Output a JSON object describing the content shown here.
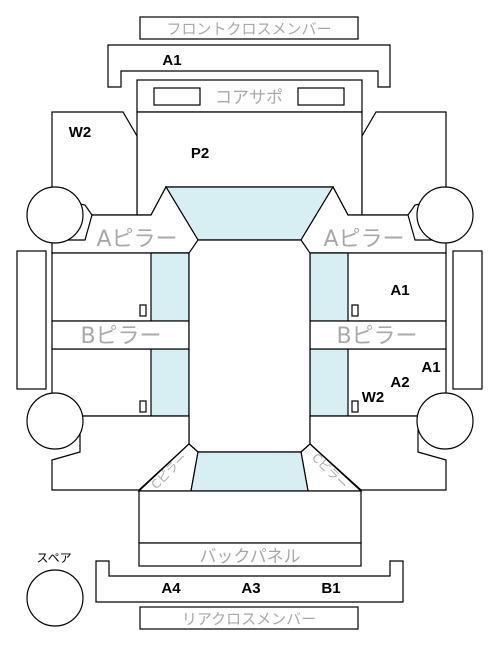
{
  "parts": {
    "front_cross_member": "フロントクロスメンバー",
    "core_support": "コアサポ",
    "a_pillar_left": "Aピラー",
    "a_pillar_right": "Aピラー",
    "b_pillar_left": "Bピラー",
    "b_pillar_right": "Bピラー",
    "c_pillar_left": "Cピラー",
    "c_pillar_right": "Cピラー",
    "back_panel": "バックパネル",
    "rear_cross_member": "リアクロスメンバー",
    "spare": "スペア"
  },
  "grades": {
    "front_member": "A1",
    "left_front_fender": "W2",
    "bonnet": "P2",
    "right_front_door": "A1",
    "right_rear_door_upper": "A1",
    "right_rear_door_mid": "A2",
    "right_rear_door_low": "W2",
    "rear_a4": "A4",
    "rear_a3": "A3",
    "rear_b1": "B1"
  },
  "colors": {
    "line": "#000000",
    "glass": "#d7eef3",
    "label_gray": "#a8a8a8"
  }
}
